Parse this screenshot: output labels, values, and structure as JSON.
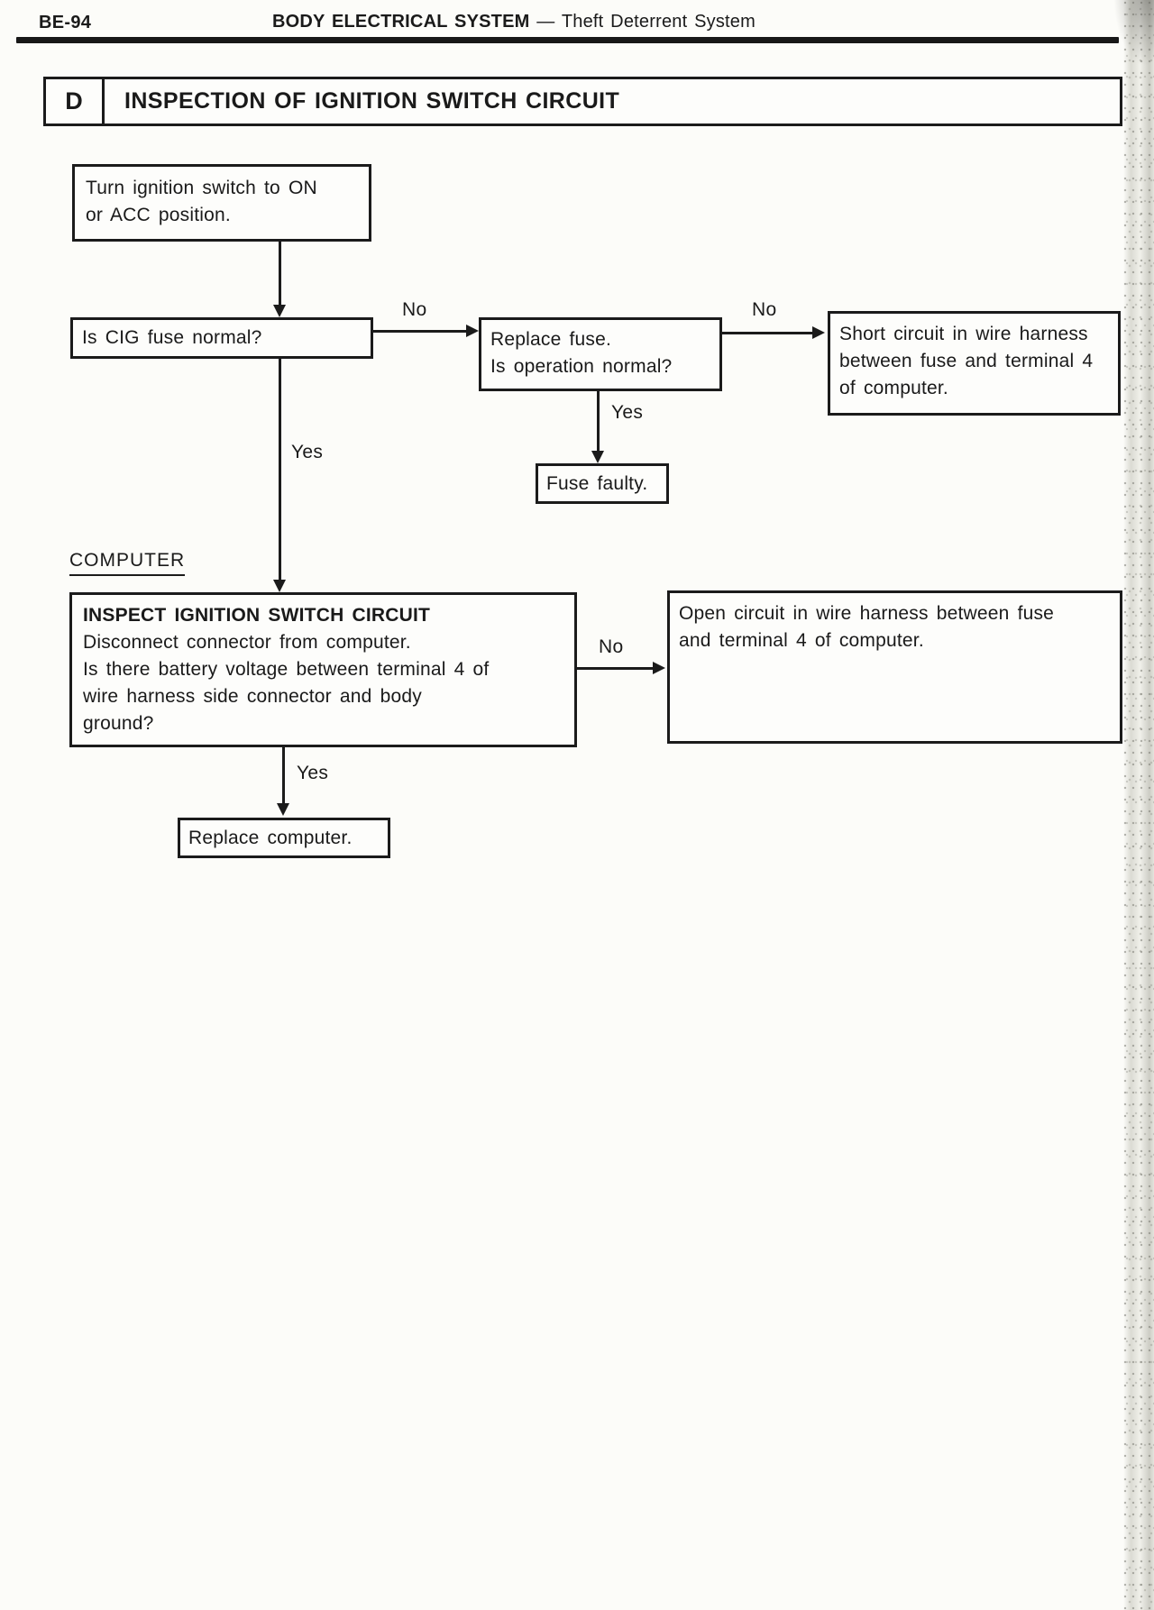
{
  "page": {
    "code": "BE-94",
    "header_title": "BODY ELECTRICAL SYSTEM",
    "header_subtitle": "— Theft Deterrent System",
    "section_letter": "D",
    "section_title": "INSPECTION OF IGNITION SWITCH CIRCUIT"
  },
  "labels": {
    "yes": "Yes",
    "no": "No",
    "computer": "COMPUTER"
  },
  "boxes": {
    "start": "Turn ignition switch to ON\nor ACC position.",
    "cig_fuse_question": "Is CIG fuse normal?",
    "replace_fuse": "Replace fuse.\nIs operation normal?",
    "short_circuit": "Short circuit in wire harness\nbetween fuse and terminal 4\nof computer.",
    "fuse_faulty": "Fuse faulty.",
    "inspect_title": "INSPECT IGNITION SWITCH CIRCUIT",
    "inspect_body": "Disconnect connector from computer.\nIs there battery voltage between terminal 4 of\nwire harness side connector and body\nground?",
    "open_circuit": "Open circuit in wire harness between fuse\nand terminal 4 of computer.",
    "replace_computer": "Replace computer."
  },
  "colors": {
    "ink": "#1b1b1b",
    "paper": "#fcfcf9"
  }
}
